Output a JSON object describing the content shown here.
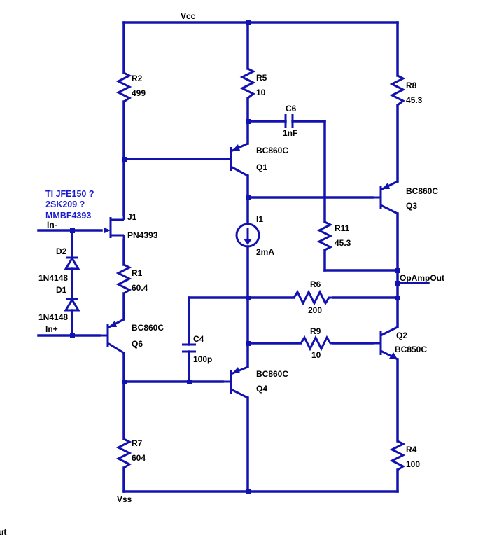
{
  "rails": {
    "vcc": "Vcc",
    "vss": "Vss"
  },
  "note_lines": [
    "TI  JFE150 ?",
    "2SK209 ?",
    "MMBF4393"
  ],
  "ports": {
    "in_minus": "In-",
    "in_plus": "In+",
    "opamp_out": "OpAmpOut",
    "edge_fragment": "ut"
  },
  "components": {
    "R2": {
      "ref": "R2",
      "value": "499"
    },
    "R5": {
      "ref": "R5",
      "value": "10"
    },
    "R8": {
      "ref": "R8",
      "value": "45.3"
    },
    "C6": {
      "ref": "C6",
      "value": "1nF"
    },
    "Q1": {
      "ref": "Q1",
      "part": "BC860C"
    },
    "Q3": {
      "ref": "Q3",
      "part": "BC860C"
    },
    "J1": {
      "ref": "J1",
      "part": "PN4393"
    },
    "I1": {
      "ref": "I1",
      "value": "2mA"
    },
    "R11": {
      "ref": "R11",
      "value": "45.3"
    },
    "D2": {
      "ref": "D2",
      "part": "1N4148"
    },
    "D1": {
      "ref": "D1",
      "part": "1N4148"
    },
    "R1": {
      "ref": "R1",
      "value": "60.4"
    },
    "R6": {
      "ref": "R6",
      "value": "200"
    },
    "C4": {
      "ref": "C4",
      "value": "100p"
    },
    "Q6": {
      "ref": "Q6",
      "part": "BC860C"
    },
    "R9": {
      "ref": "R9",
      "value": "10"
    },
    "Q2": {
      "ref": "Q2",
      "part": "BC850C"
    },
    "Q4": {
      "ref": "Q4",
      "part": "BC860C"
    },
    "R7": {
      "ref": "R7",
      "value": "604"
    },
    "R4": {
      "ref": "R4",
      "value": "100"
    }
  },
  "colors": {
    "wire": "#1212b0",
    "note_text": "#1a1ad0",
    "label_text": "#000000",
    "background": "#ffffff"
  }
}
